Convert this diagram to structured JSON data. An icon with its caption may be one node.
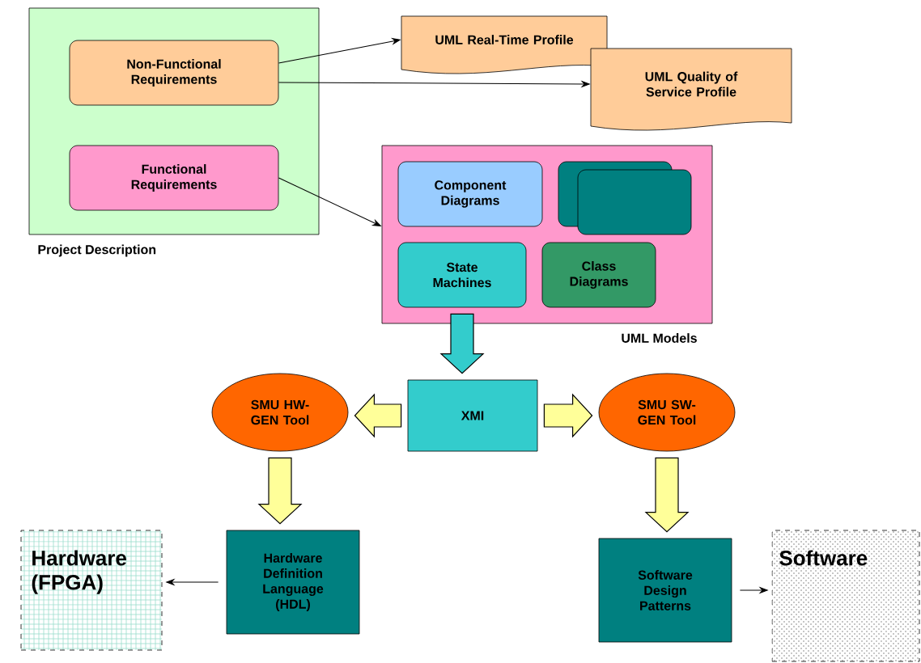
{
  "diagram": {
    "nodes": [
      {
        "text": [
          "Project Description"
        ]
      },
      {
        "text": [
          "Non-Functional Requirements"
        ],
        "in": 0
      },
      {
        "text": [
          "Functional Requirements"
        ],
        "in": 0
      },
      {
        "text": [
          "UML Real-Time Profile"
        ]
      },
      {
        "text": [
          "UML Quality of Service Profile"
        ]
      },
      {
        "text": [
          "UML Models"
        ]
      },
      {
        "text": [
          "Component Diagrams"
        ],
        "in": 5
      },
      {
        "text": [],
        "shape": "box",
        "in": 5
      },
      {
        "text": [
          "State Machines"
        ],
        "in": 5
      },
      {
        "text": [
          "Class Diagrams"
        ],
        "in": 5
      },
      {
        "text": [
          "XMI"
        ]
      },
      {
        "text": [
          "SMU HW-GEN Tool"
        ]
      },
      {
        "text": [
          "SMU SW-GEN Tool"
        ]
      },
      {
        "text": [
          "Hardware Definition Language (HDL)"
        ]
      },
      {
        "text": [
          "Software Design Patterns"
        ]
      },
      {
        "text": [
          "Hardware (FPGA)"
        ]
      },
      {
        "text": [
          "Software"
        ]
      }
    ],
    "edges": [
      {
        "from": 1,
        "to": 3,
        "arrow": "to"
      },
      {
        "from": 1,
        "to": 4,
        "arrow": "to"
      },
      {
        "from": 2,
        "to": 5,
        "arrow": "to"
      },
      {
        "from": 8,
        "to": 10,
        "arrow": "to",
        "style": "thick",
        "color": "#33cccc"
      },
      {
        "from": 10,
        "to": 11,
        "arrow": "to",
        "style": "thick",
        "color": "#ffff99"
      },
      {
        "from": 10,
        "to": 12,
        "arrow": "to",
        "style": "thick",
        "color": "#ffff99"
      },
      {
        "from": 11,
        "to": 13,
        "arrow": "to",
        "style": "thick",
        "color": "#ffff99"
      },
      {
        "from": 12,
        "to": 14,
        "arrow": "to",
        "style": "thick",
        "color": "#ffff99"
      },
      {
        "from": 13,
        "to": 15,
        "arrow": "to"
      },
      {
        "from": 14,
        "to": 16,
        "arrow": "to"
      }
    ]
  }
}
